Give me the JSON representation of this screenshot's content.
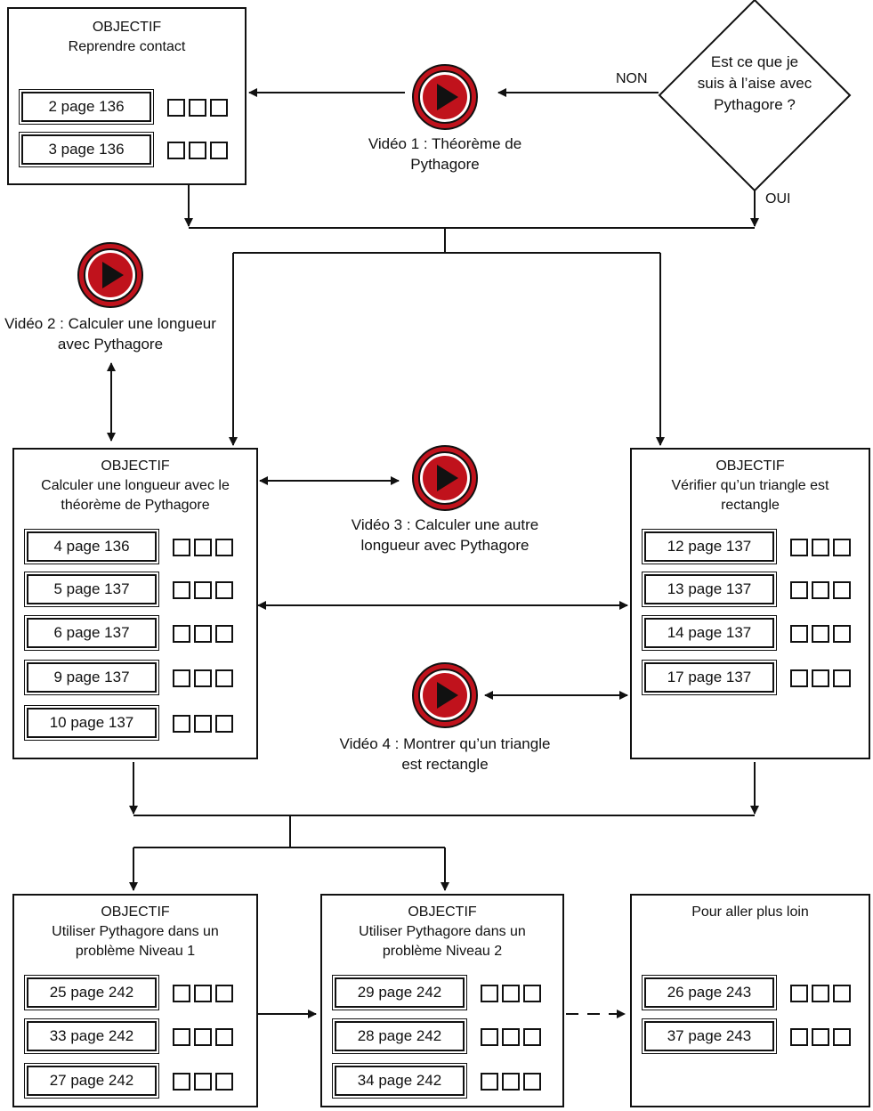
{
  "objectives": {
    "reprendre": {
      "heading": "OBJECTIF",
      "title": "Reprendre contact",
      "exercises": [
        "2 page 136",
        "3 page 136"
      ]
    },
    "calculer": {
      "heading": "OBJECTIF",
      "title": "Calculer une longueur avec le théorème de Pythagore",
      "exercises": [
        "4 page 136",
        "5 page 137",
        "6 page 137",
        "9 page 137",
        "10 page 137"
      ]
    },
    "verifier": {
      "heading": "OBJECTIF",
      "title": "Vérifier qu’un triangle est rectangle",
      "exercises": [
        "12 page 137",
        "13 page 137",
        "14 page 137",
        "17 page 137"
      ]
    },
    "niveau1": {
      "heading": "OBJECTIF",
      "title": "Utiliser Pythagore dans un problème Niveau 1",
      "exercises": [
        "25 page 242",
        "33 page 242",
        "27 page 242"
      ]
    },
    "niveau2": {
      "heading": "OBJECTIF",
      "title": "Utiliser Pythagore dans un problème Niveau 2",
      "exercises": [
        "29 page 242",
        "28 page 242",
        "34 page 242"
      ]
    },
    "plusloin": {
      "heading": "",
      "title": "Pour aller plus loin",
      "exercises": [
        "26 page 243",
        "37 page 243"
      ]
    }
  },
  "videos": {
    "v1": "Vidéo 1 : Théorème de Pythagore",
    "v2": "Vidéo 2 : Calculer une longueur avec Pythagore",
    "v3": "Vidéo 3 : Calculer une autre longueur avec Pythagore",
    "v4": "Vidéo 4 : Montrer qu’un triangle est rectangle"
  },
  "decision": {
    "question": "Est ce que je suis à l’aise avec Pythagore ?",
    "no": "NON",
    "yes": "OUI"
  },
  "colors": {
    "video_red": "#c0121c",
    "ink": "#111111"
  }
}
